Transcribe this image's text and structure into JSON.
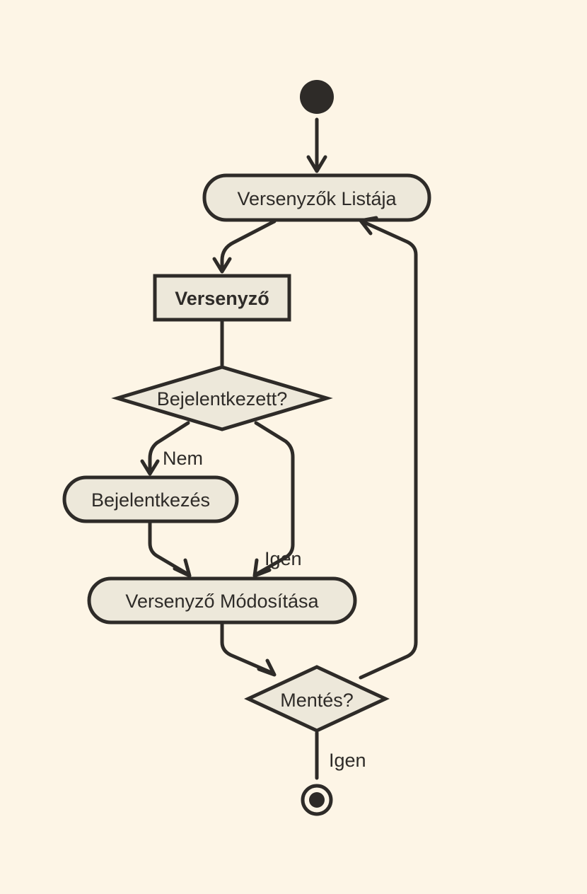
{
  "nodes": {
    "list": {
      "label": "Versenyzők Listája"
    },
    "competitor": {
      "label": "Versenyző"
    },
    "logged_in_decision": {
      "label": "Bejelentkezett?"
    },
    "login": {
      "label": "Bejelentkezés"
    },
    "modify": {
      "label": "Versenyző Módosítása"
    },
    "save_decision": {
      "label": "Mentés?"
    }
  },
  "edges": {
    "no_label": "Nem",
    "yes_label_modify": "Igen",
    "yes_label_end": "Igen"
  },
  "colors": {
    "background": "#fdf5e6",
    "node_fill": "#ede8da",
    "stroke": "#2e2b28"
  }
}
